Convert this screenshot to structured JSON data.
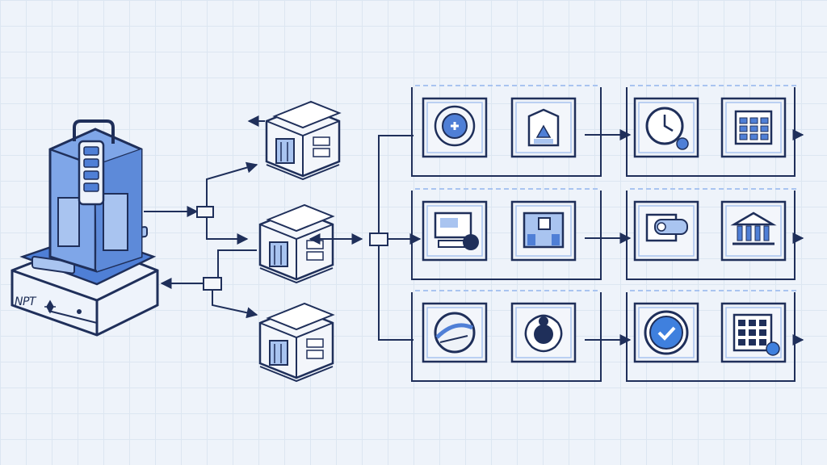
{
  "server": {
    "label": "NPT",
    "badge_icon": "sparkle-icon"
  },
  "colors": {
    "stroke": "#1f2f5a",
    "accent": "#4f7fd6",
    "accent_light": "#a9c4f0",
    "panel_fill": "#f3f6fb",
    "frame_fill": "#eef2f8",
    "check_blue": "#3f80de"
  },
  "warehouses": [
    {
      "name": "warehouse-top",
      "icon": "warehouse-building-icon"
    },
    {
      "name": "warehouse-middle",
      "icon": "warehouse-building-icon"
    },
    {
      "name": "warehouse-bottom",
      "icon": "warehouse-building-icon"
    }
  ],
  "rows": [
    {
      "cards": [
        "medical-badge-icon",
        "shipping-box-icon",
        "clock-refresh-icon",
        "calendar-grid-icon"
      ]
    },
    {
      "cards": [
        "computer-terminal-icon",
        "logistics-crate-icon",
        "dollar-tag-icon",
        "bank-building-icon"
      ]
    },
    {
      "cards": [
        "globe-network-icon",
        "piggy-bank-icon",
        "check-shield-icon",
        "calendar-check-icon"
      ]
    }
  ]
}
